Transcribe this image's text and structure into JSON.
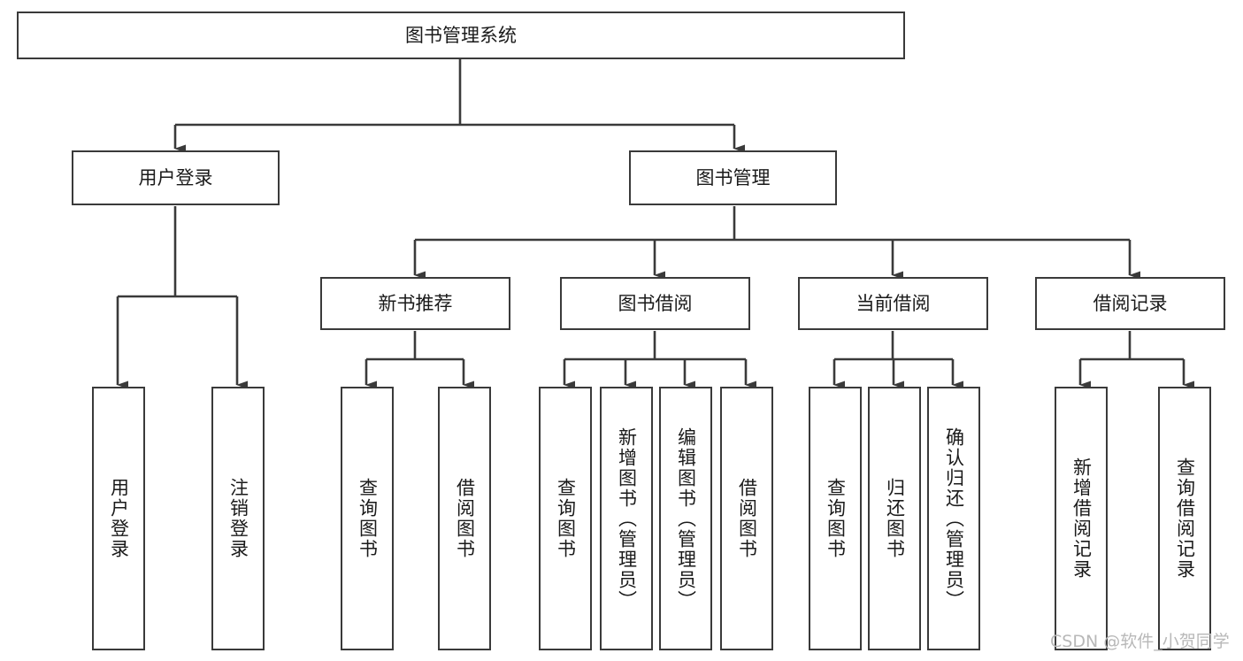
{
  "diagram": {
    "title": "图书管理系统",
    "type": "tree-hierarchy-chart",
    "colors": {
      "box_border": "#3a3a3a",
      "box_fill": "#ffffff",
      "connector": "#3a3a3a",
      "text": "#1a1a1a",
      "watermark": "#b8b8b8",
      "background": "#ffffff"
    },
    "root": {
      "label": "图书管理系统"
    },
    "level1": [
      {
        "label": "用户登录"
      },
      {
        "label": "图书管理"
      }
    ],
    "level2": [
      {
        "label": "新书推荐"
      },
      {
        "label": "图书借阅"
      },
      {
        "label": "当前借阅"
      },
      {
        "label": "借阅记录"
      }
    ],
    "leaves": {
      "user_login": [
        {
          "label": "用户登录"
        },
        {
          "label": "注销登录"
        }
      ],
      "new_book_recommend": [
        {
          "label": "查询图书"
        },
        {
          "label": "借阅图书"
        }
      ],
      "book_borrow": [
        {
          "label": "查询图书"
        },
        {
          "label": "新增图书（管理员）"
        },
        {
          "label": "编辑图书（管理员）"
        },
        {
          "label": "借阅图书"
        }
      ],
      "current_borrow": [
        {
          "label": "查询图书"
        },
        {
          "label": "归还图书"
        },
        {
          "label": "确认归还（管理员）"
        }
      ],
      "borrow_record": [
        {
          "label": "新增借阅记录"
        },
        {
          "label": "查询借阅记录"
        }
      ]
    }
  },
  "watermark": {
    "text": "CSDN @软件_小贺同学"
  }
}
